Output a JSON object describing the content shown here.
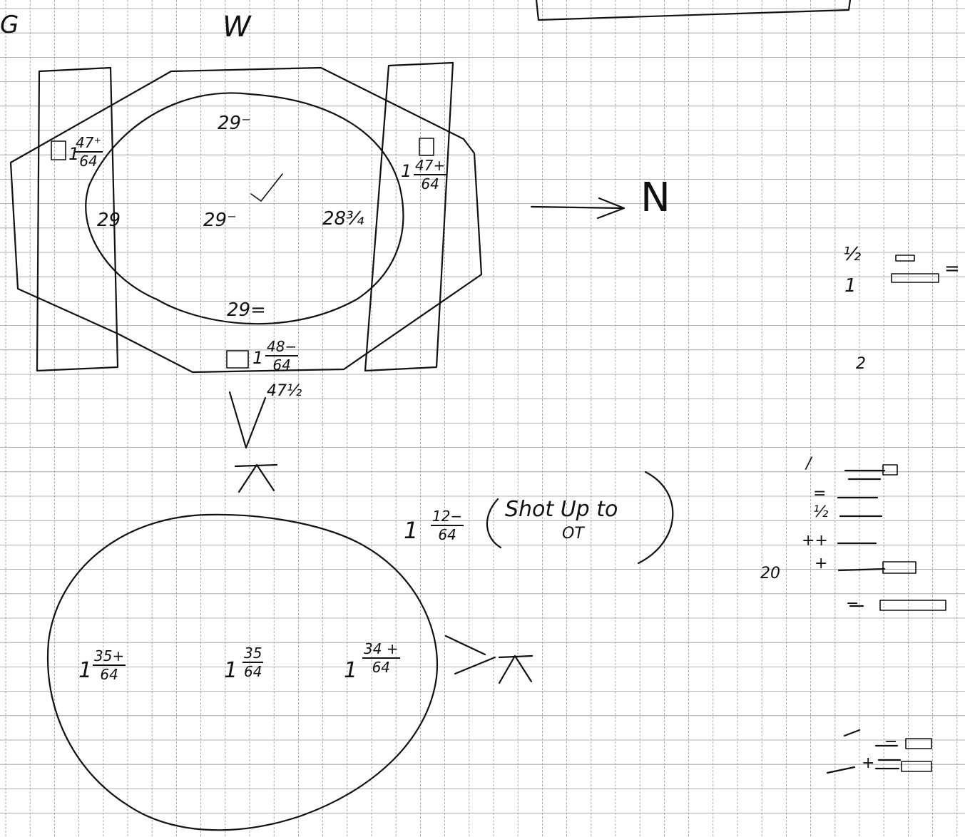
{
  "sheet": {
    "grid_color": "#9a9a9a",
    "ink_color": "#111111"
  },
  "corner_label": "G",
  "direction_labels": {
    "west": "W",
    "north": "N"
  },
  "upper_plan": {
    "diameters": {
      "top": "29⁻",
      "left": "29",
      "center": "29⁻",
      "right": "28¾",
      "bottom": "29="
    },
    "square_left": {
      "whole": "1",
      "numerator": "47⁺",
      "denominator": "64"
    },
    "square_right": {
      "whole": "1",
      "numerator": "47+",
      "denominator": "64"
    },
    "square_bottom": {
      "whole": "1",
      "numerator": "48−",
      "denominator": "64"
    },
    "angle_label": "47½",
    "check_mark": "✓"
  },
  "middle_note": {
    "whole": "1",
    "numerator": "12−",
    "denominator": "64",
    "remark_line1": "Shot Up to",
    "remark_line2": "OT"
  },
  "lower_plan": {
    "readings": [
      {
        "whole": "1",
        "numerator": "35+",
        "denominator": "64"
      },
      {
        "whole": "1",
        "numerator": "35",
        "denominator": "64"
      },
      {
        "whole": "1",
        "numerator": "34 +",
        "denominator": "64"
      }
    ]
  },
  "legend_upper": {
    "rows": [
      {
        "mark": "½"
      },
      {
        "mark": "1"
      }
    ],
    "extra": "2",
    "equals": "="
  },
  "legend_lower": {
    "rows": [
      {
        "mark": "/"
      },
      {
        "mark": "="
      },
      {
        "mark": "½"
      },
      {
        "mark": "++"
      },
      {
        "mark": "+"
      },
      {
        "mark": "−"
      }
    ],
    "number": "20"
  },
  "legend_bottom": {
    "rows": [
      {
        "mark": "−"
      },
      {
        "mark": "+"
      }
    ]
  }
}
